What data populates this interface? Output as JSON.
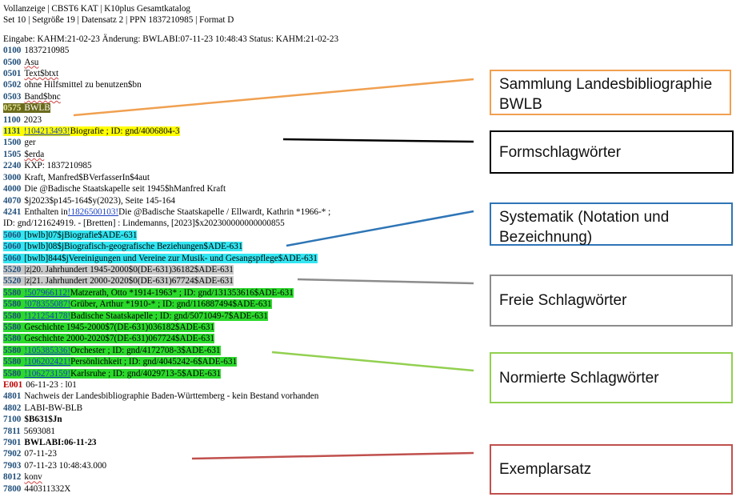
{
  "header": {
    "line1": "Vollanzeige | CBST6 KAT | K10plus Gesamtkatalog",
    "line2": "Set 10 | Setgröße 19 | Datensatz 2 | PPN 1837210985 | Format D"
  },
  "status_line": "Eingabe: KAHM:21-02-23 Änderung: BWLABI:07-11-23 10:48:43 Status: KAHM:21-02-23",
  "fields": [
    {
      "tag": "0100",
      "text": "1837210985"
    },
    {
      "tag": "0500",
      "text": "Asu"
    },
    {
      "tag": "0501",
      "text": "Text$btxt"
    },
    {
      "tag": "0502",
      "text": "ohne Hilfsmittel zu benutzen$bn"
    },
    {
      "tag": "0503",
      "text": "Band$bnc"
    },
    {
      "tag": "0575",
      "text": "BWLB"
    },
    {
      "tag": "1100",
      "text": "2023"
    },
    {
      "tag": "1131",
      "link": "!104213493!",
      "text": "Biografie ; ID: gnd/4006804-3"
    },
    {
      "tag": "1500",
      "text": "ger"
    },
    {
      "tag": "1505",
      "text": "$erda"
    },
    {
      "tag": "2240",
      "text": "KXP: 1837210985"
    },
    {
      "tag": "3000",
      "text": "Kraft, Manfred$BVerfasserIn$4aut"
    },
    {
      "tag": "4000",
      "text": "Die @Badische Staatskapelle seit 1945$hManfred Kraft"
    },
    {
      "tag": "4070",
      "text": "$j2023$p145-164$y(2023), Seite 145-164"
    },
    {
      "tag": "4241",
      "text": "Enthalten in",
      "link": "!1826500103!",
      "text2": "Die @Badische Staatskapelle / Ellwardt, Kathrin *1966-* ;"
    },
    {
      "tag": "",
      "text": "ID: gnd/121624919. - [Bretten] : Lindemanns, [2023]$x202300000000000855"
    },
    {
      "tag": "5060",
      "text": "[bwlb]07$jBiografie$ADE-631"
    },
    {
      "tag": "5060",
      "text": "[bwlb]08$jBiografisch-geografische Beziehungen$ADE-631"
    },
    {
      "tag": "5060",
      "text": "[bwlb]844$jVereinigungen und Vereine zur Musik- und Gesangspflege$ADE-631"
    },
    {
      "tag": "5520",
      "text": "|z|20. Jahrhundert 1945-2000$0(DE-631)36182$ADE-631"
    },
    {
      "tag": "5520",
      "text": "|z|21. Jahrhundert 2000-2020$0(DE-631)67724$ADE-631"
    },
    {
      "tag": "5580",
      "link": "!507966112!",
      "text": "Matzerath, Otto *1914-1963* ; ID: gnd/131353616$ADE-631"
    },
    {
      "tag": "5580",
      "link": "!078355087!",
      "text": "Grüber, Arthur *1910-* ; ID: gnd/116887494$ADE-631"
    },
    {
      "tag": "5580",
      "link": "!121254178!",
      "text": "Badische Staatskapelle ; ID: gnd/5071049-7$ADE-631"
    },
    {
      "tag": "5580",
      "text": "Geschichte 1945-2000$7(DE-631)036182$ADE-631"
    },
    {
      "tag": "5580",
      "text": "Geschichte 2000-2020$7(DE-631)067724$ADE-631"
    },
    {
      "tag": "5580",
      "link": "!105385336!",
      "text": "Orchester ; ID: gnd/4172708-3$ADE-631"
    },
    {
      "tag": "5580",
      "link": "!106202421!",
      "text": "Persönlichkeit ; ID: gnd/4045242-6$ADE-631"
    },
    {
      "tag": "5580",
      "link": "!106273159!",
      "text": "Karlsruhe ; ID: gnd/4029713-5$ADE-631"
    },
    {
      "tag": "E001",
      "text": "06-11-23 : l01"
    },
    {
      "tag": "4801",
      "text": "Nachweis der Landesbibliographie Baden-Württemberg - kein Bestand vorhanden"
    },
    {
      "tag": "4802",
      "text": "LABI-BW-BLB"
    },
    {
      "tag": "7100",
      "text": "$B631$Jn"
    },
    {
      "tag": "7811",
      "text": "5693081"
    },
    {
      "tag": "7901",
      "text": "BWLABI:06-11-23"
    },
    {
      "tag": "7902",
      "text": "07-11-23"
    },
    {
      "tag": "7903",
      "text": "07-11-23 10:48:43.000"
    },
    {
      "tag": "8012",
      "text": "konv"
    },
    {
      "tag": "7800",
      "text": "440311332X"
    }
  ],
  "annotations": [
    {
      "label": "Sammlung Landesbibliographie BWLB",
      "color": "#f0a050"
    },
    {
      "label": "Formschlagwörter",
      "color": "#000000"
    },
    {
      "label": "Systematik (Notation und Bezeichnung)",
      "color": "#2e75b6"
    },
    {
      "label": "Freie Schlagwörter",
      "color": "#8c8c8c"
    },
    {
      "label": "Normierte Schlagwörter",
      "color": "#92d050"
    },
    {
      "label": "Exemplarsatz",
      "color": "#c0504d"
    }
  ]
}
